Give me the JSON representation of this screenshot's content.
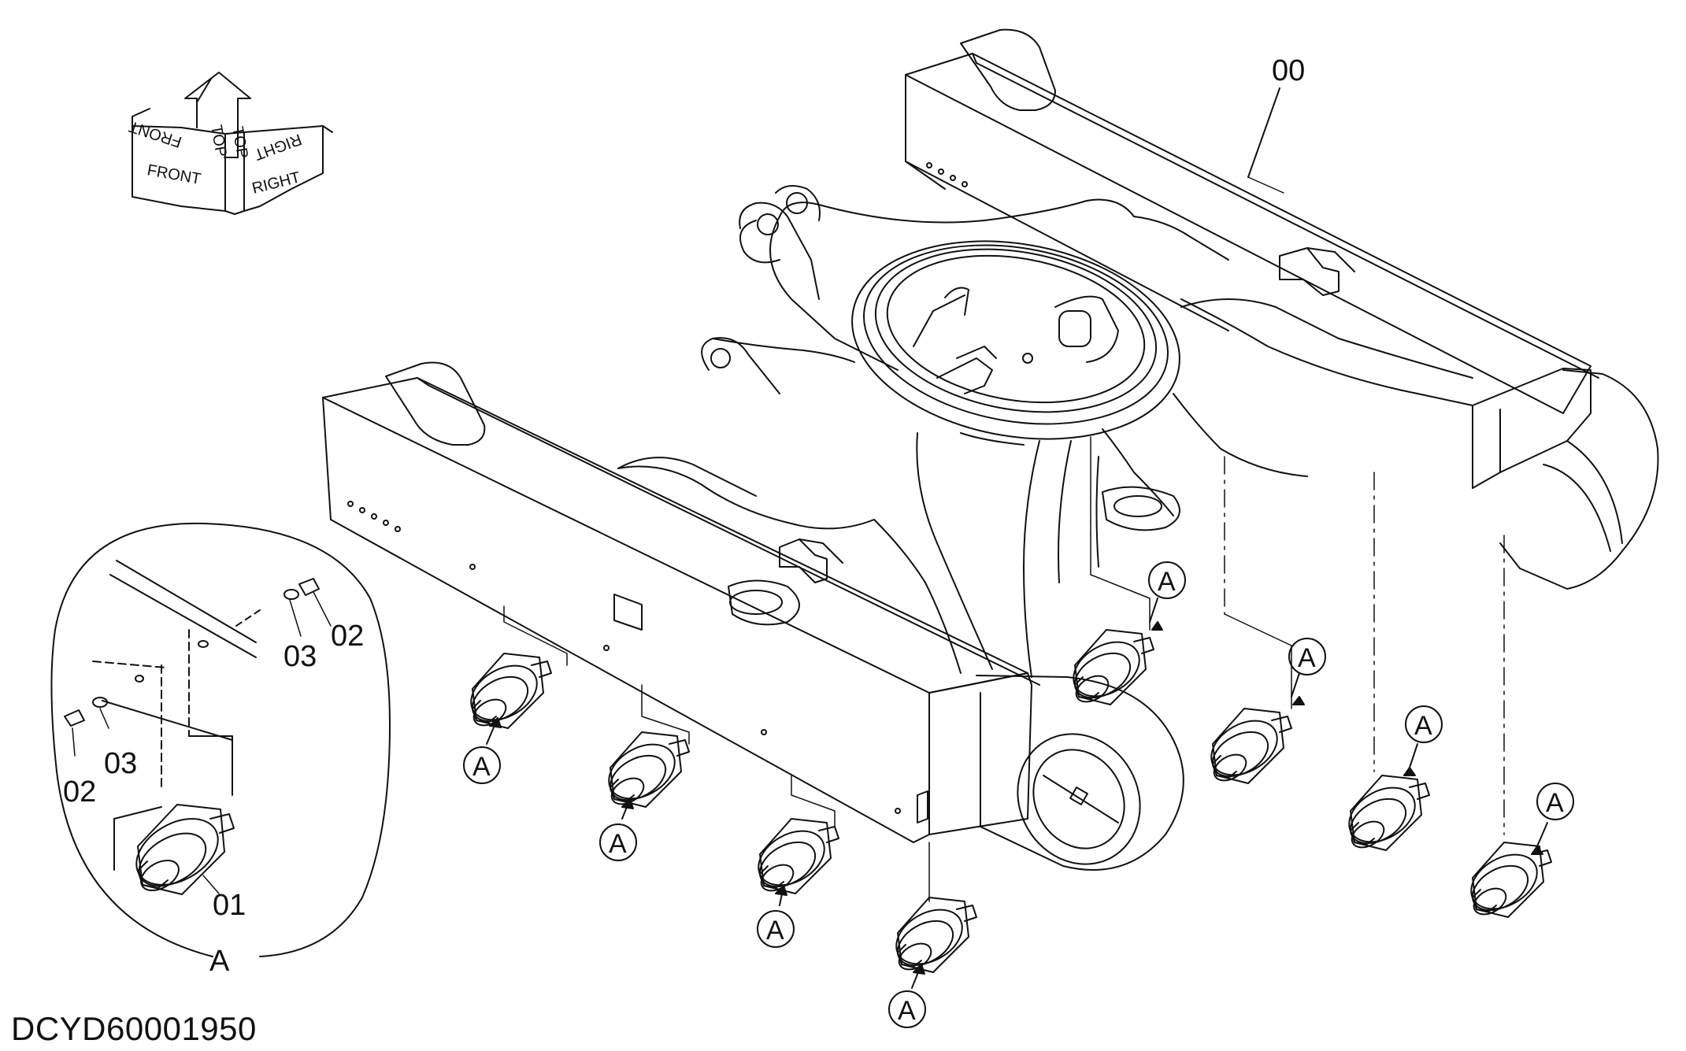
{
  "diagram": {
    "drawing_code": "DCYD60001950",
    "part_label_frame": "00",
    "part_label_roller": "01",
    "part_label_bolt": "02",
    "part_label_washer": "03",
    "detail_ref": "A",
    "direction_front": "FRONT",
    "direction_top": "TOP",
    "direction_right": "RIGHT"
  },
  "colors": {
    "line": "#111111",
    "background": "#ffffff"
  }
}
